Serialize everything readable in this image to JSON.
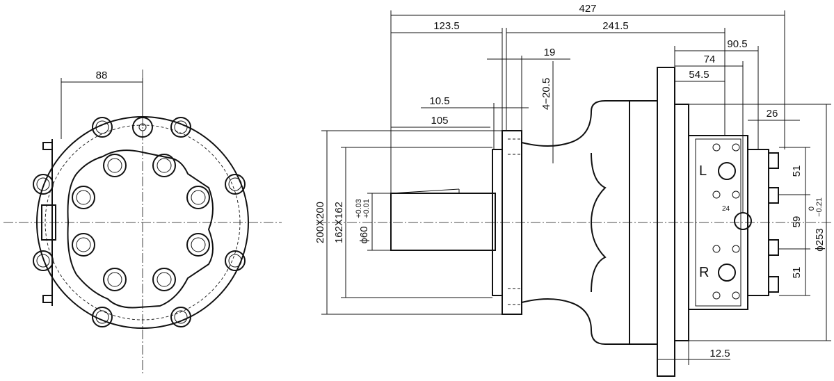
{
  "dimensions": {
    "left_width": "88",
    "overall_length": "427",
    "flange_offset": "123.5",
    "main_length": "241.5",
    "d19": "19",
    "holes": "4−20.5",
    "d10_5": "10.5",
    "d105": "105",
    "d90_5": "90.5",
    "d74": "74",
    "d54_5": "54.5",
    "d26": "26",
    "d51_top": "51",
    "d59": "59",
    "d51_bot": "51",
    "d12_5": "12.5",
    "d24": "24",
    "square": "200X200",
    "bolt_square": "162X162",
    "shaft": "ϕ60",
    "shaft_tol_upper": "+0.03",
    "shaft_tol_lower": "+0.01",
    "body_dia": "ϕ253",
    "body_tol_upper": "0",
    "body_tol_lower": "−0.21"
  },
  "port_labels": {
    "left": "L",
    "right": "R"
  },
  "colors": {
    "line": "#111111",
    "background": "#ffffff"
  }
}
